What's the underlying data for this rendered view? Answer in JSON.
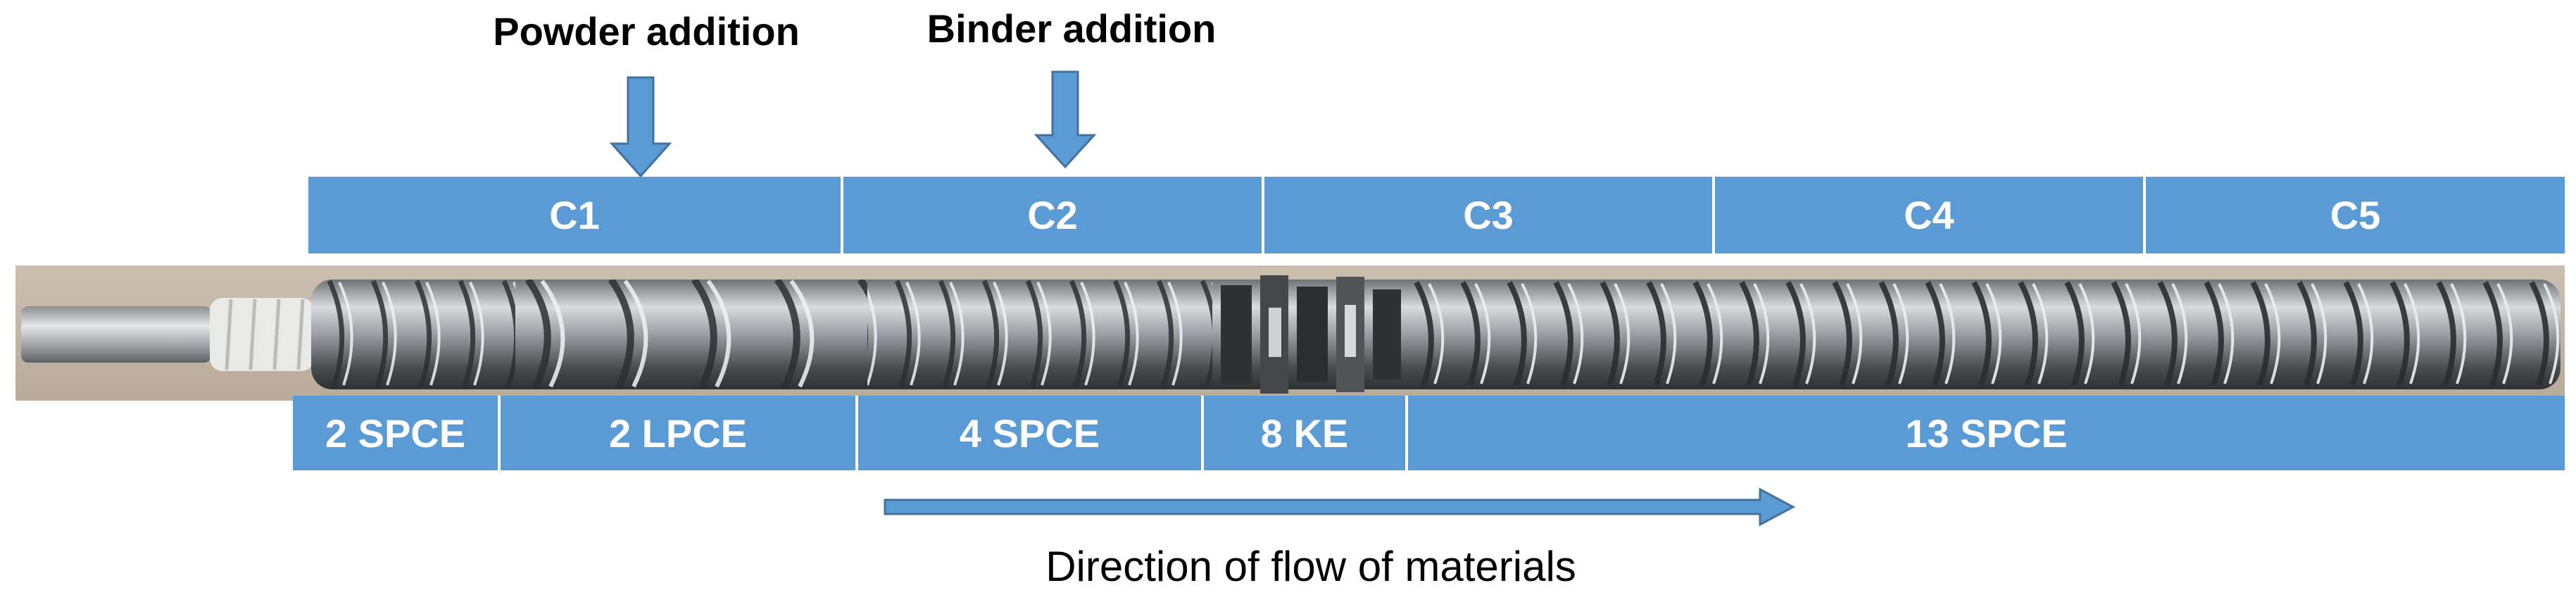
{
  "additions": [
    {
      "label": "Powder addition"
    },
    {
      "label": "Binder addition"
    }
  ],
  "barrel_sections": [
    {
      "label": "C1"
    },
    {
      "label": "C2"
    },
    {
      "label": "C3"
    },
    {
      "label": "C4"
    },
    {
      "label": "C5"
    }
  ],
  "screw_elements": [
    {
      "label": "2 SPCE"
    },
    {
      "label": "2 LPCE"
    },
    {
      "label": "4 SPCE"
    },
    {
      "label": "8 KE"
    },
    {
      "label": "13 SPCE"
    }
  ],
  "flow": {
    "label": "Direction of flow of materials"
  },
  "colors": {
    "accent": "#5b9bd5",
    "arrow_stroke": "#41719c"
  }
}
